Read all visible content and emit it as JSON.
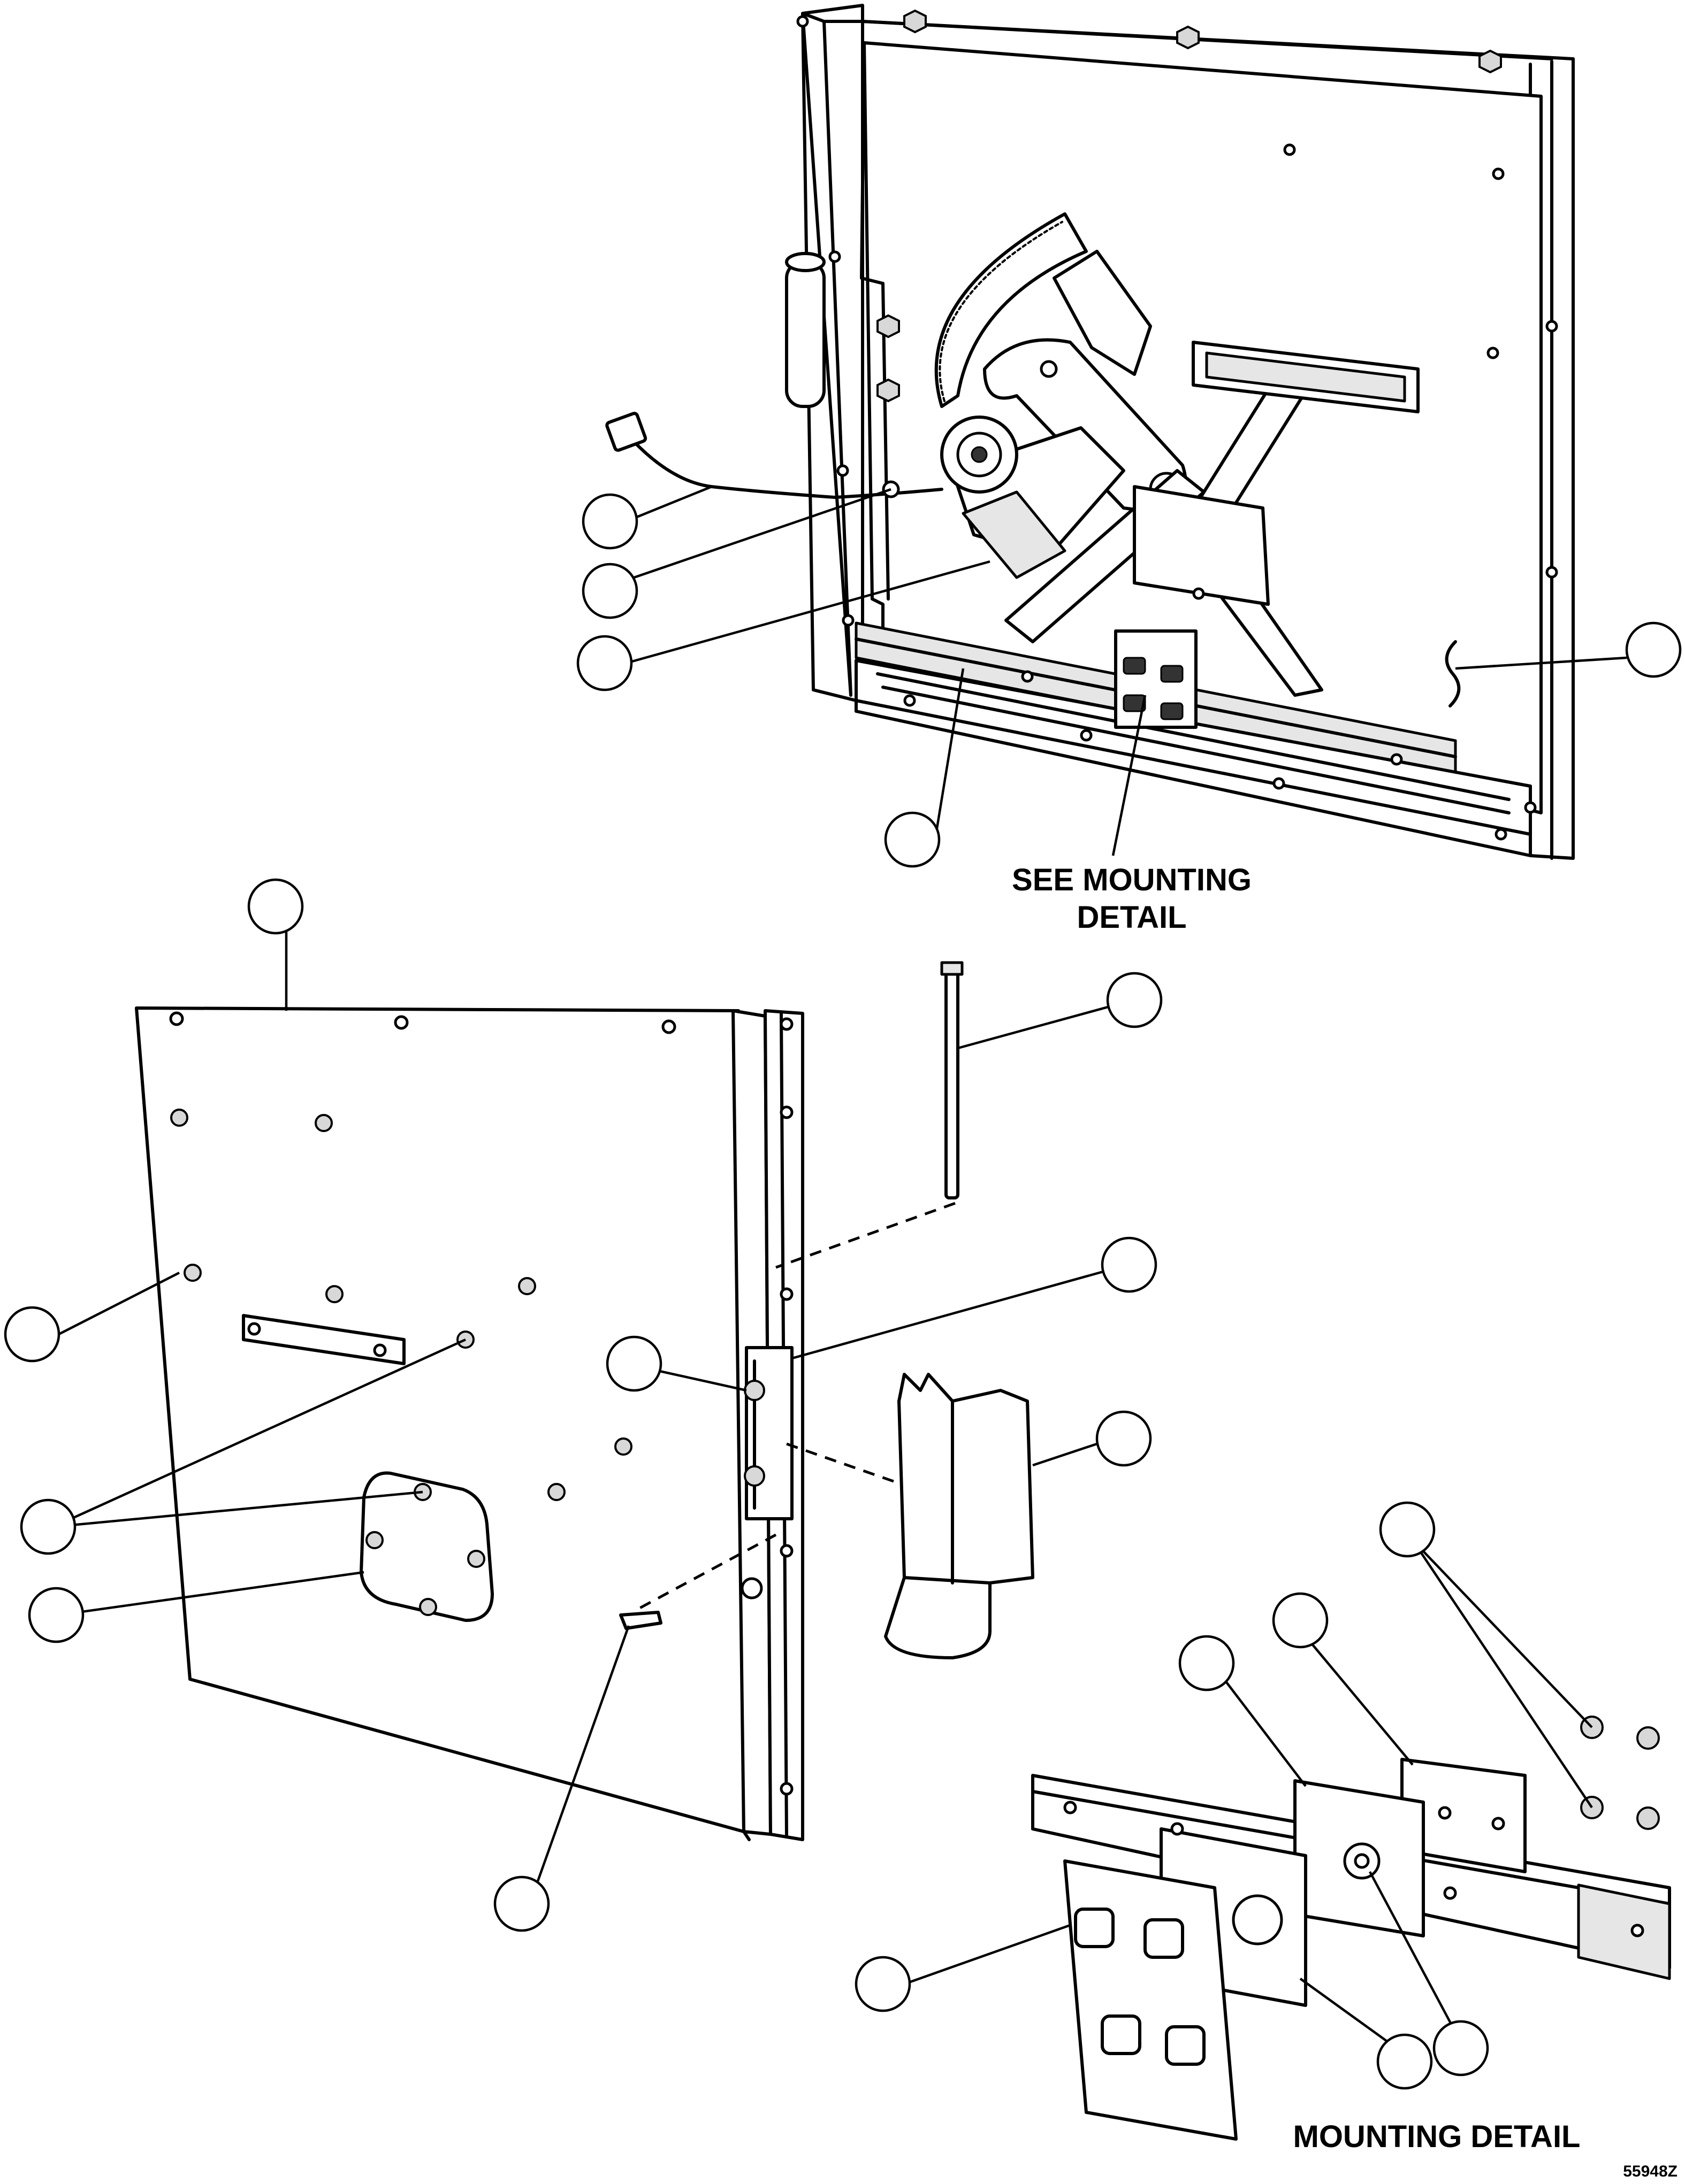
{
  "diagram": {
    "callout_mounting": "SEE MOUNTING",
    "callout_detail": "DETAIL",
    "detail_title": "MOUNTING DETAIL",
    "figure_number": "55948Z",
    "balloon_count": 20,
    "line_color": "#000000",
    "background_color": "#ffffff"
  }
}
